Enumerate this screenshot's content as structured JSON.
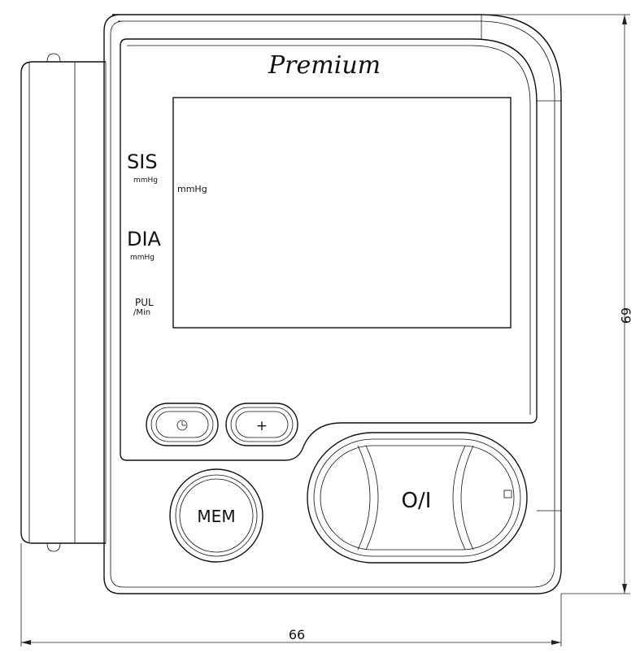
{
  "brand": "Premium",
  "labels": {
    "sis": "SIS",
    "sis_unit": "mmHg",
    "dia": "DIA",
    "dia_unit": "mmHg",
    "pul": "PUL",
    "pul_unit": "/Min",
    "screen_unit": "mmHg"
  },
  "buttons": {
    "clock_icon": "clock-icon",
    "plus_label": "+",
    "mem_label": "MEM",
    "power_label": "O/I"
  },
  "dimensions": {
    "width": "66",
    "height": "69"
  }
}
